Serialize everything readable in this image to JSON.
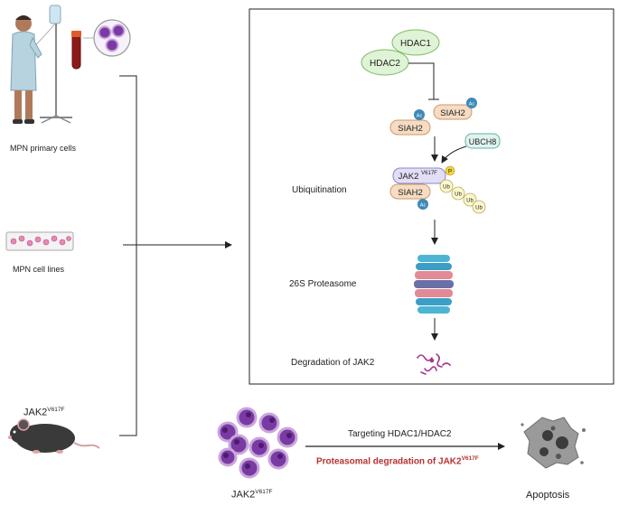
{
  "sources": {
    "primary_cells": "MPN primary cells",
    "cell_lines": "MPN cell lines",
    "mouse_label": "JAK2",
    "mouse_label_sup": "V617F"
  },
  "pathway": {
    "hdac1": "HDAC1",
    "hdac2": "HDAC2",
    "siah2": "SIAH2",
    "ac": "Ac",
    "ubch8": "UBCH8",
    "jak2": "JAK2",
    "jak2_sup": "V617F",
    "p": "P",
    "ub": "Ub",
    "step_ubiquitination": "Ubiquitination",
    "step_proteasome": "26S Proteasome",
    "step_degradation": "Degradation of JAK2"
  },
  "bottom": {
    "cells_label": "JAK2",
    "cells_label_sup": "V617F",
    "targeting": "Targeting HDAC1/HDAC2",
    "proteasomal": "Proteasomal degradation of JAK2",
    "proteasomal_sup": "V617F",
    "apoptosis": "Apoptosis"
  },
  "colors": {
    "hdac_fill": "#dff3d6",
    "hdac_stroke": "#7dbb6a",
    "siah_fill": "#f6dcc2",
    "siah_stroke": "#c99a6d",
    "ac_fill": "#3d8ab8",
    "jak_fill": "#e2def5",
    "jak_stroke": "#8b85c8",
    "ub_fill": "#fbf7cf",
    "ub_stroke": "#b9ad52",
    "p_fill": "#f2d23c",
    "ubch_fill": "#e1f3f0",
    "ubch_stroke": "#5fb3a5",
    "cell_purple": "#7a3aa3",
    "emphasis_red": "#b8312f"
  }
}
